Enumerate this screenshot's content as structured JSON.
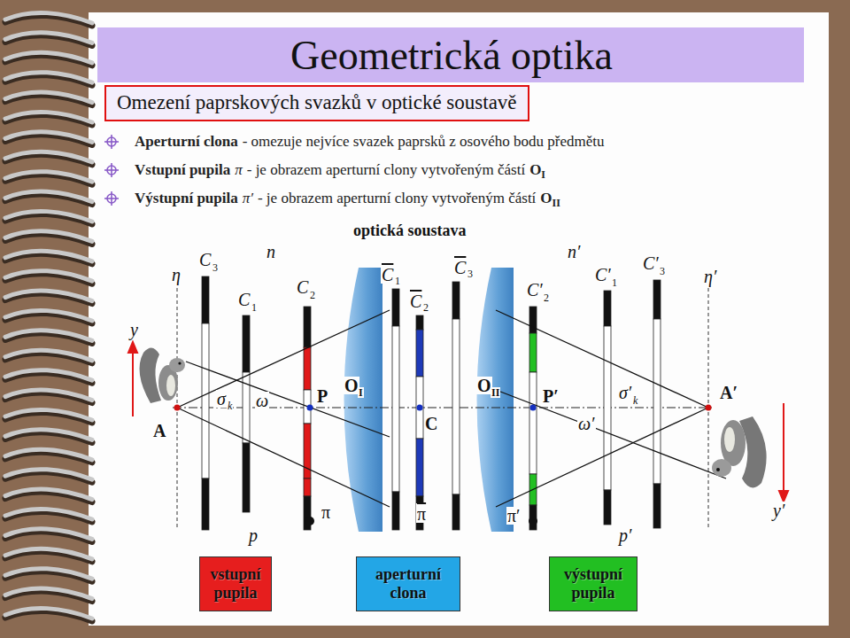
{
  "diagram": {
    "title": "Geometrická optika",
    "nodes": [
      {
        "text": [
          "Omezení paprskových svazků v optické soustavě"
        ]
      },
      {
        "text": [
          "vstupní pupila"
        ]
      },
      {
        "text": [
          "aperturní clona"
        ]
      },
      {
        "text": [
          "výstupní pupila"
        ]
      }
    ],
    "labels": [
      "Aperturní clona",
      "- omezuje nejvíce svazek paprsků z osového bodu předmětu",
      "Vstupní pupila",
      "π",
      "- je obrazem aperturní clony vytvořeným částí",
      "O",
      "I",
      "Výstupní pupila",
      "π′",
      "- je obrazem aperturní clony vytvořeným částí",
      "O",
      "II",
      "optická soustava",
      "y",
      "η",
      "C",
      "3",
      "n",
      "C",
      "1",
      "C",
      "2",
      "C",
      "1",
      "C",
      "2",
      "C",
      "3",
      "n′",
      "C′",
      "2",
      "C′",
      "1",
      "C′",
      "3",
      "η′",
      "σ",
      "k",
      "ω",
      "P",
      "O",
      "I",
      "C",
      "O",
      "II",
      "P′",
      "σ′",
      "k",
      "ω′",
      "A",
      "A′",
      "p",
      "π",
      "π",
      "π′",
      "p′",
      "y′"
    ]
  }
}
